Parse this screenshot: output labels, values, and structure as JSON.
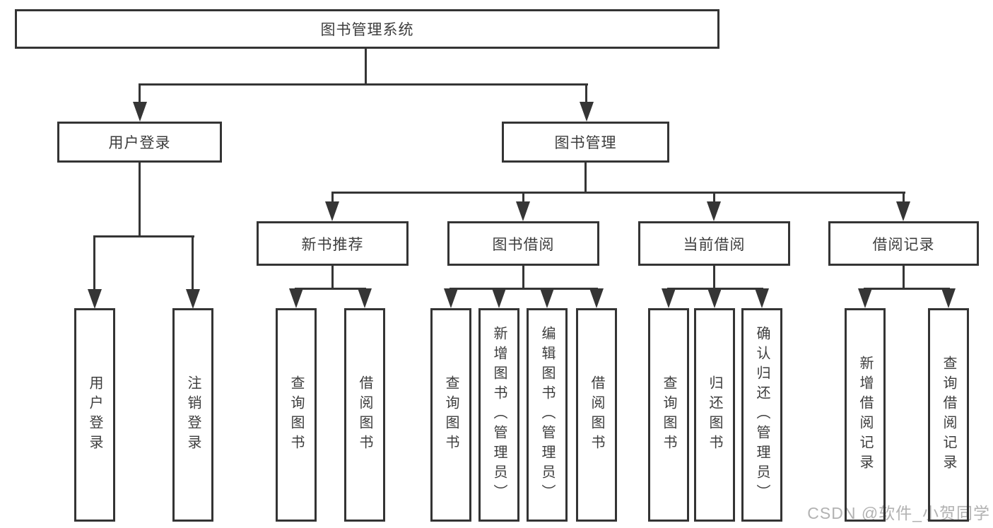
{
  "tree": {
    "root": {
      "label": "图书管理系统"
    },
    "children": [
      {
        "label": "用户登录",
        "children": [
          {
            "label": "用户登录"
          },
          {
            "label": "注销登录"
          }
        ]
      },
      {
        "label": "图书管理",
        "children": [
          {
            "label": "新书推荐",
            "children": [
              {
                "label": "查询图书"
              },
              {
                "label": "借阅图书"
              }
            ]
          },
          {
            "label": "图书借阅",
            "children": [
              {
                "label": "查询图书"
              },
              {
                "label": "新增图书（管理员）"
              },
              {
                "label": "编辑图书（管理员）"
              },
              {
                "label": "借阅图书"
              }
            ]
          },
          {
            "label": "当前借阅",
            "children": [
              {
                "label": "查询图书"
              },
              {
                "label": "归还图书"
              },
              {
                "label": "确认归还（管理员）"
              }
            ]
          },
          {
            "label": "借阅记录",
            "children": [
              {
                "label": "新增借阅记录"
              },
              {
                "label": "查询借阅记录"
              }
            ]
          }
        ]
      }
    ]
  },
  "watermark": {
    "text": "CSDN @软件_小贺同学"
  },
  "colors": {
    "line": "#353535",
    "text": "#3d3d3d",
    "background": "#ffffff",
    "watermark": "#b2b2b2"
  }
}
